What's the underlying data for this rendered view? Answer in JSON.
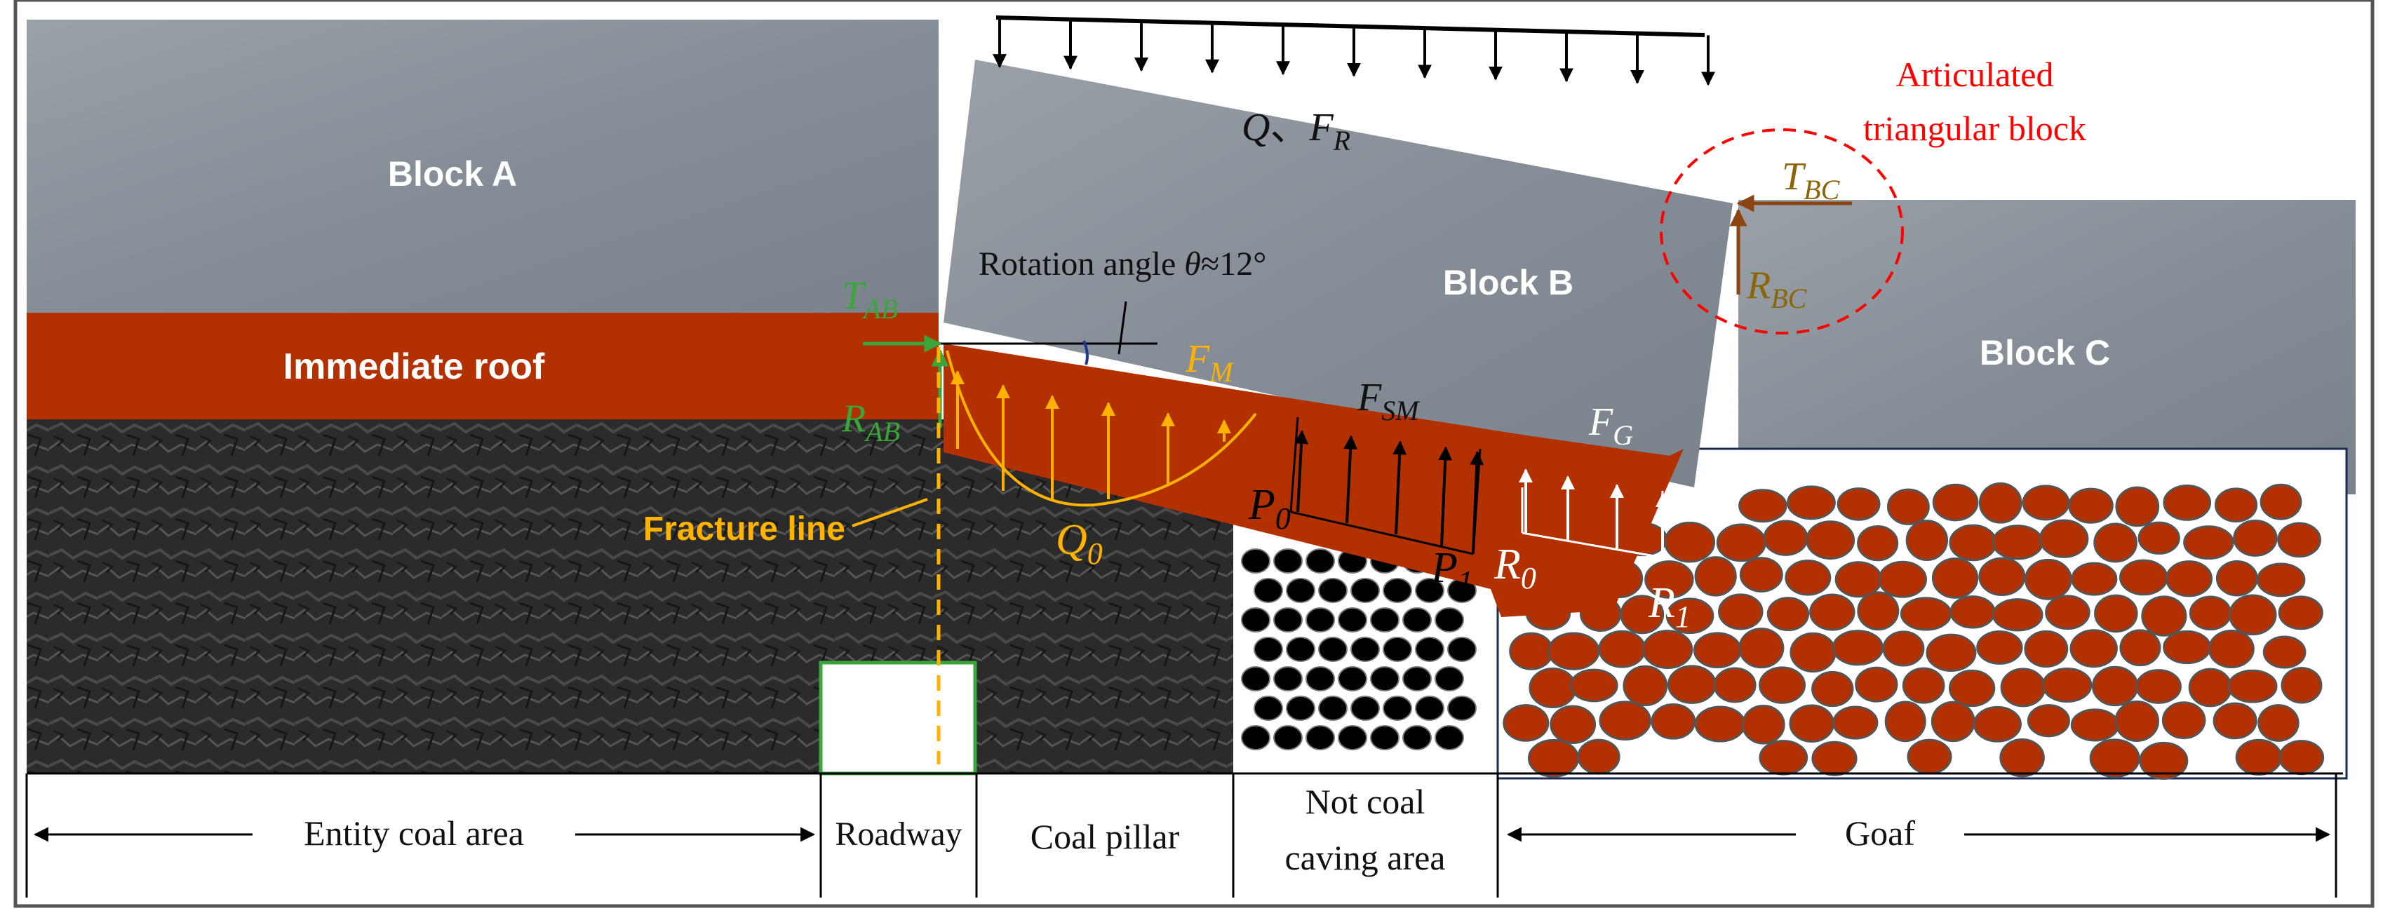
{
  "blocks": {
    "block_a": "Block A",
    "block_b": "Block B",
    "block_c": "Block C",
    "immediate_roof": "Immediate roof"
  },
  "annotations": {
    "articulated_line1": "Articulated",
    "articulated_line2": "triangular block",
    "rotation_text": "Rotation angle",
    "theta": "θ",
    "angle_value": "≈12°",
    "fracture_line": "Fracture line"
  },
  "forces": {
    "q": "Q",
    "sep": "、",
    "f": "F",
    "r_sub": "R",
    "t_bc": "T",
    "bc_sub": "BC",
    "r_bc": "R",
    "t_ab": "T",
    "ab_sub": "AB",
    "r_ab": "R",
    "f_m": "F",
    "m_sub": "M",
    "f_sm": "F",
    "sm_sub": "SM",
    "f_g": "F",
    "g_sub": "G",
    "q0": "Q",
    "zero_sub": "0",
    "p0": "P",
    "p1": "P",
    "one_sub": "1",
    "r0": "R",
    "r1": "R"
  },
  "zones": {
    "entity_coal": "Entity coal area",
    "roadway": "Roadway",
    "coal_pillar": "Coal pillar",
    "not_coal_line1": "Not coal",
    "not_coal_line2": "caving area",
    "goaf": "Goaf"
  },
  "colors": {
    "roof": "#b33000",
    "rock": "#8d959e",
    "coal": "#2a2a2a",
    "orange": "#ffb300",
    "green": "#3aa53a",
    "red_label": "#ff0000",
    "brown": "#8b6508"
  }
}
